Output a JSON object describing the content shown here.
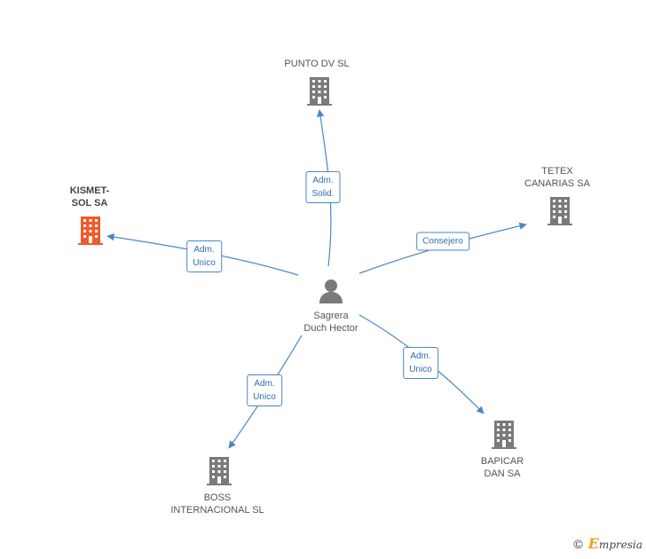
{
  "center": {
    "name_line1": "Sagrera",
    "name_line2": "Duch Hector",
    "icon": "person-icon"
  },
  "companies": [
    {
      "id": "punto",
      "line1": "PUNTO DV SL",
      "line2": "",
      "role_line1": "Adm.",
      "role_line2": "Solid.",
      "highlight": false
    },
    {
      "id": "tetex",
      "line1": "TETEX",
      "line2": "CANARIAS SA",
      "role_line1": "Consejero",
      "role_line2": "",
      "highlight": false
    },
    {
      "id": "kismet",
      "line1": "KISMET-",
      "line2": "SOL SA",
      "role_line1": "Adm.",
      "role_line2": "Unico",
      "highlight": true
    },
    {
      "id": "bapicar",
      "line1": "BAPICAR",
      "line2": "DAN SA",
      "role_line1": "Adm.",
      "role_line2": "Unico",
      "highlight": false
    },
    {
      "id": "boss",
      "line1": "BOSS",
      "line2": "INTERNACIONAL SL",
      "role_line1": "Adm.",
      "role_line2": "Unico",
      "highlight": false
    }
  ],
  "colors": {
    "edge": "#4a86c8",
    "building": "#7a7a7a",
    "building_highlight": "#f05a28",
    "person": "#7a7a7a"
  },
  "footer": {
    "copyright_symbol": "©",
    "brand_initial": "E",
    "brand_rest": "mpresia"
  }
}
